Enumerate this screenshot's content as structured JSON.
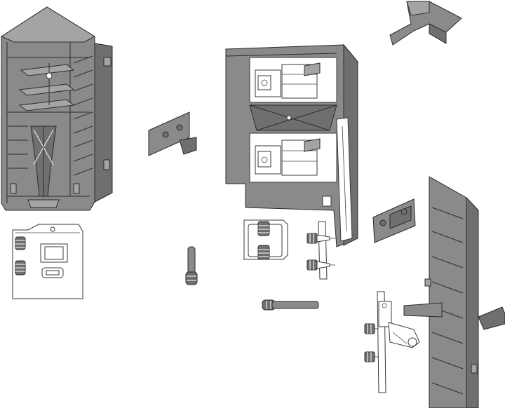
{
  "figure": {
    "colors": {
      "housing_gray": "#8a8a8a",
      "light_gray": "#a4a4a4",
      "dark_gray": "#6f6f6f",
      "outline": "#2b2b2b",
      "background": "#ffffff"
    },
    "parts": [
      "left-housing-assembly",
      "left-adapter-plate",
      "small-bracket-clip",
      "center-drawer-box-assembly",
      "top-right-corner-clip",
      "center-front-fixing-plate",
      "dowel-pin-vertical",
      "side-fixing-plate",
      "right-bracket-clip",
      "dowel-pin-horizontal",
      "right-housing-side-panel",
      "bottom-hinge-mechanism"
    ]
  }
}
